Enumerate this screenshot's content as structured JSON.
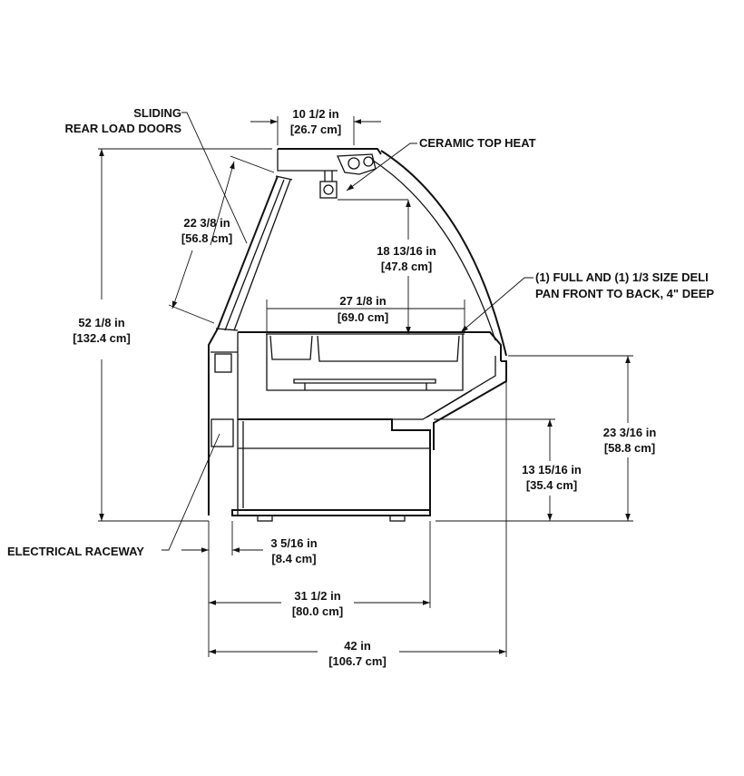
{
  "labels": {
    "sliding_doors": [
      "SLIDING",
      "REAR LOAD DOORS"
    ],
    "ceramic_top_heat": "CERAMIC TOP HEAT",
    "deli_pan": [
      "(1) FULL AND (1) 1/3 SIZE DELI",
      "PAN FRONT TO BACK, 4\" DEEP"
    ],
    "electrical_raceway": "ELECTRICAL RACEWAY"
  },
  "dimensions": {
    "top_width": [
      "10 1/2 in",
      "[26.7 cm]"
    ],
    "door_length": [
      "22 3/8 in",
      "[56.8 cm]"
    ],
    "interior_height": [
      "18 13/16 in",
      "[47.8 cm]"
    ],
    "pan_depth": [
      "27 1/8 in",
      "[69.0 cm]"
    ],
    "overall_height": [
      "52 1/8 in",
      "[132.4 cm]"
    ],
    "counter_height": [
      "23 3/16 in",
      "[58.8 cm]"
    ],
    "base_height": [
      "13 15/16 in",
      "[35.4 cm]"
    ],
    "raceway_offset": [
      "3 5/16 in",
      "[8.4 cm]"
    ],
    "base_depth": [
      "31 1/2 in",
      "[80.0 cm]"
    ],
    "overall_depth": [
      "42 in",
      "[106.7 cm]"
    ]
  }
}
